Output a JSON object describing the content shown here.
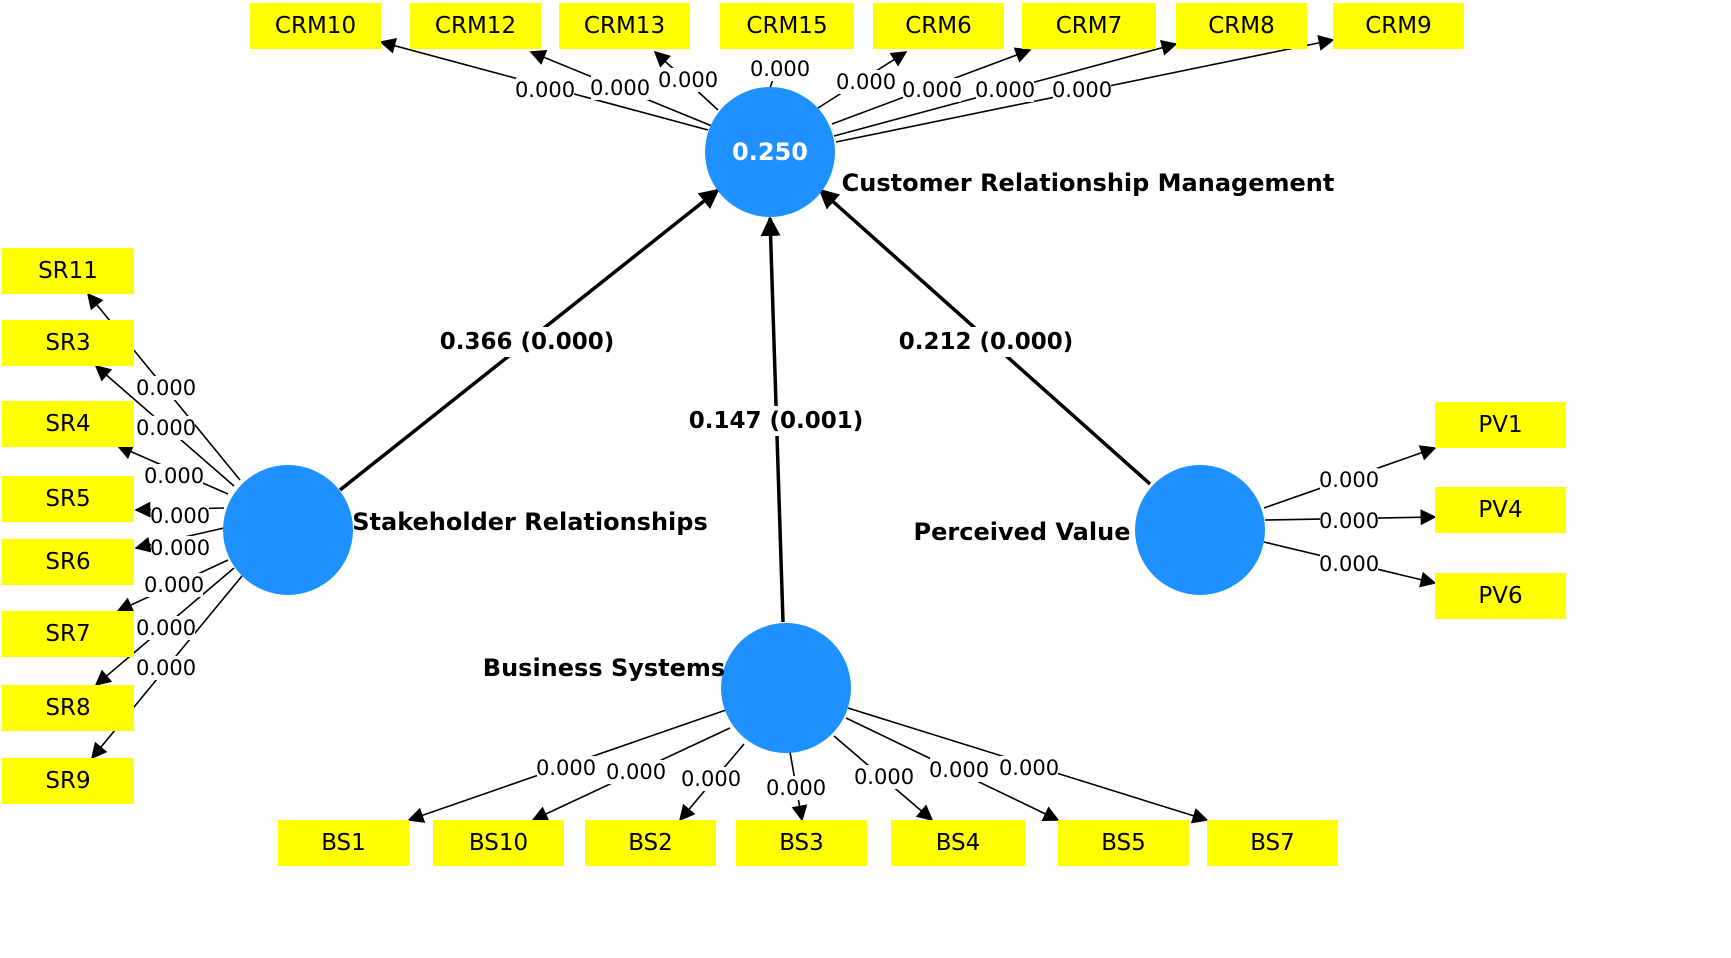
{
  "colors": {
    "construct_fill": "#1e90ff",
    "indicator_fill": "#ffff00",
    "line": "#000000"
  },
  "constructs": {
    "crm": {
      "name": "Customer Relationship Management",
      "r2": "0.250"
    },
    "sr": {
      "name": "Stakeholder Relationships",
      "r2": ""
    },
    "pv": {
      "name": "Perceived Value",
      "r2": ""
    },
    "bs": {
      "name": "Business Systems",
      "r2": ""
    }
  },
  "structural_paths": [
    {
      "from": "sr",
      "to": "crm",
      "label": "0.366 (0.000)"
    },
    {
      "from": "bs",
      "to": "crm",
      "label": "0.147 (0.001)"
    },
    {
      "from": "pv",
      "to": "crm",
      "label": "0.212 (0.000)"
    }
  ],
  "indicators": {
    "crm": [
      {
        "name": "CRM10",
        "loading": "0.000"
      },
      {
        "name": "CRM12",
        "loading": "0.000"
      },
      {
        "name": "CRM13",
        "loading": "0.000"
      },
      {
        "name": "CRM15",
        "loading": "0.000"
      },
      {
        "name": "CRM6",
        "loading": "0.000"
      },
      {
        "name": "CRM7",
        "loading": "0.000"
      },
      {
        "name": "CRM8",
        "loading": "0.000"
      },
      {
        "name": "CRM9",
        "loading": "0.000"
      }
    ],
    "sr": [
      {
        "name": "SR11",
        "loading": "0.000"
      },
      {
        "name": "SR3",
        "loading": "0.000"
      },
      {
        "name": "SR4",
        "loading": "0.000"
      },
      {
        "name": "SR5",
        "loading": "0.000"
      },
      {
        "name": "SR6",
        "loading": "0.000"
      },
      {
        "name": "SR7",
        "loading": "0.000"
      },
      {
        "name": "SR8",
        "loading": "0.000"
      },
      {
        "name": "SR9",
        "loading": "0.000"
      }
    ],
    "pv": [
      {
        "name": "PV1",
        "loading": "0.000"
      },
      {
        "name": "PV4",
        "loading": "0.000"
      },
      {
        "name": "PV6",
        "loading": "0.000"
      }
    ],
    "bs": [
      {
        "name": "BS1",
        "loading": "0.000"
      },
      {
        "name": "BS10",
        "loading": "0.000"
      },
      {
        "name": "BS2",
        "loading": "0.000"
      },
      {
        "name": "BS3",
        "loading": "0.000"
      },
      {
        "name": "BS4",
        "loading": "0.000"
      },
      {
        "name": "BS5",
        "loading": "0.000"
      },
      {
        "name": "BS7",
        "loading": "0.000"
      }
    ]
  }
}
